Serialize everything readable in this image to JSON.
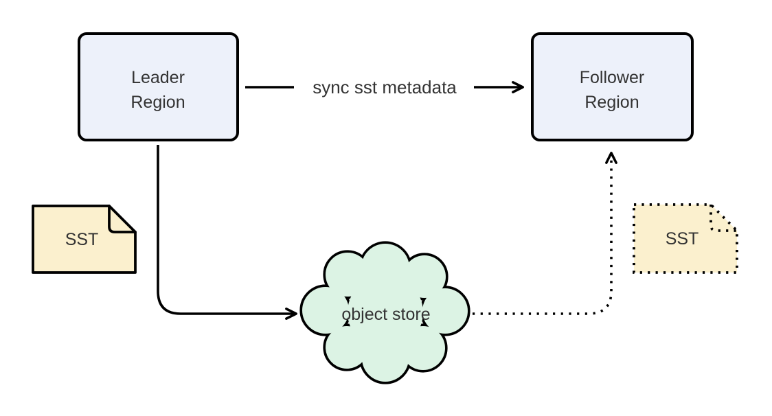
{
  "colors": {
    "background": "#ffffff",
    "node_blue": "#edf1fa",
    "cloud_green": "#dcf3e4",
    "note_cream": "#fbf0ce",
    "stroke": "#000000",
    "text": "#333333"
  },
  "diagram": {
    "nodes": {
      "leader_region": {
        "line1": "Leader",
        "line2": "Region"
      },
      "follower_region": {
        "line1": "Follower",
        "line2": "Region"
      },
      "object_store": {
        "label": "object store"
      },
      "sst_left": {
        "label": "SST"
      },
      "sst_right": {
        "label": "SST"
      }
    },
    "edges": {
      "sync_metadata": {
        "label": "sync sst metadata",
        "style": "solid-arrow"
      },
      "leader_to_object_store": {
        "style": "solid-elbow-arrow"
      },
      "object_store_to_follower": {
        "style": "dotted-elbow-arrow"
      }
    }
  }
}
